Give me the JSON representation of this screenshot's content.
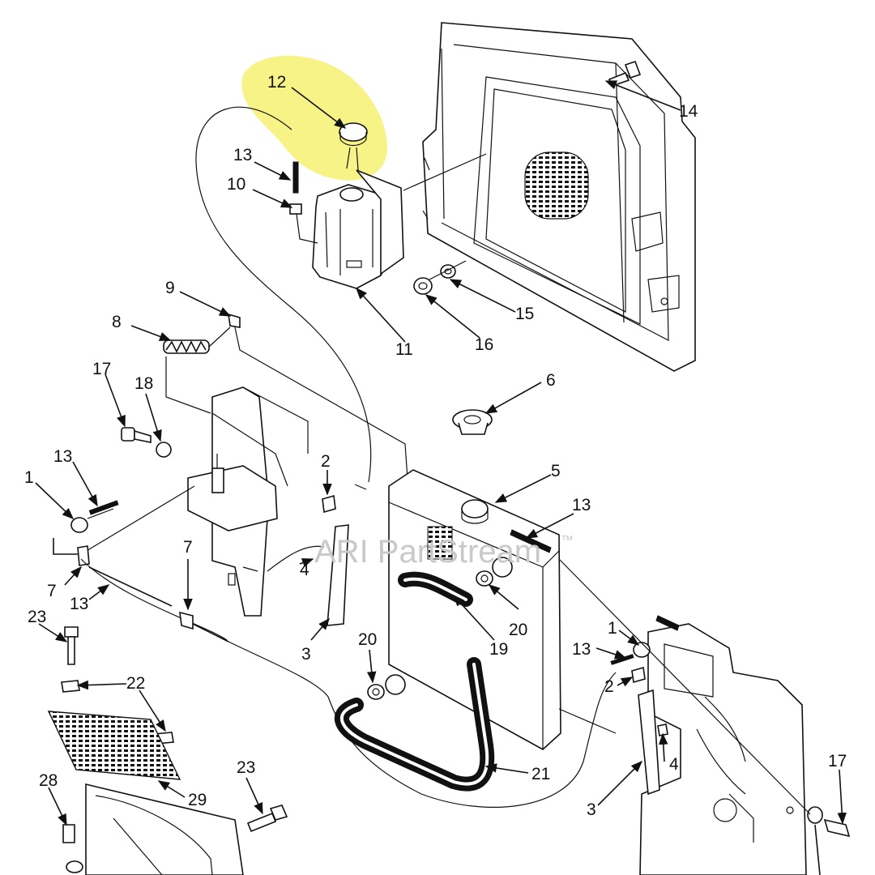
{
  "watermark": {
    "text": "ARI PartStream",
    "trademark": "™"
  },
  "highlight_color": "#f7f27a",
  "callouts": {
    "c1a": "1",
    "c1b": "1",
    "c2a": "2",
    "c2b": "2",
    "c3a": "3",
    "c3b": "3",
    "c4a": "4",
    "c4b": "4",
    "c5": "5",
    "c6": "6",
    "c7a": "7",
    "c7b": "7",
    "c8": "8",
    "c9": "9",
    "c10": "10",
    "c11": "11",
    "c12": "12",
    "c13a": "13",
    "c13b": "13",
    "c13c": "13",
    "c13d": "13",
    "c13e": "13",
    "c14": "14",
    "c15": "15",
    "c16": "16",
    "c17a": "17",
    "c17b": "17",
    "c18": "18",
    "c19": "19",
    "c20a": "20",
    "c20b": "20",
    "c21": "21",
    "c22": "22",
    "c23a": "23",
    "c23b": "23",
    "c28": "28",
    "c29": "29"
  }
}
